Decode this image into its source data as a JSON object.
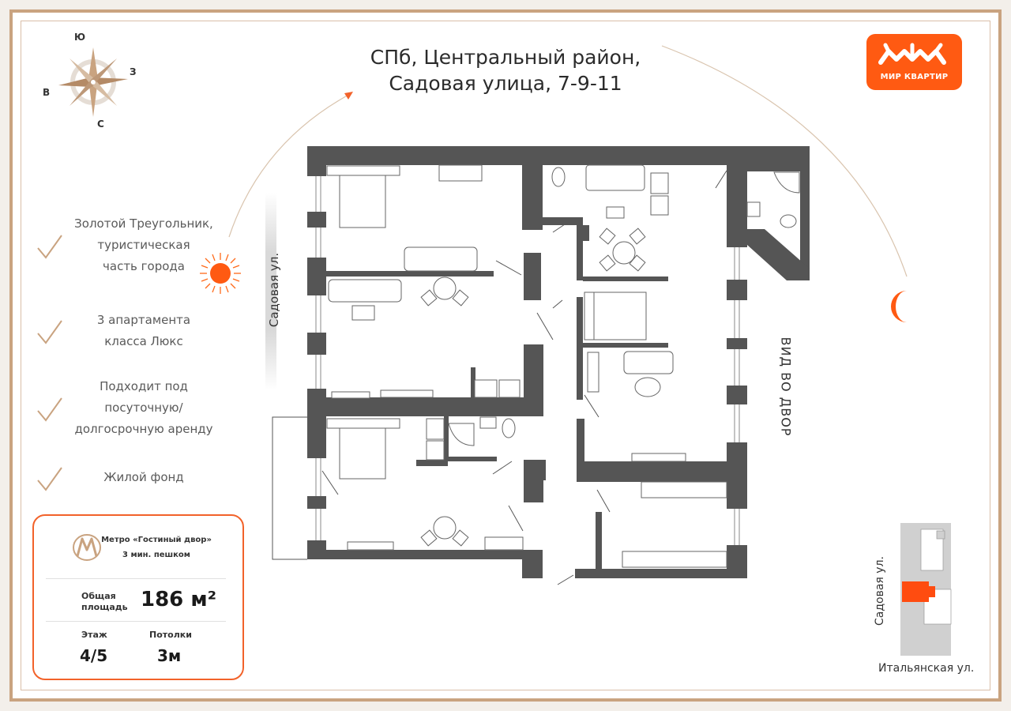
{
  "address": {
    "line1": "СПб, Центральный район,",
    "line2": "Садовая улица, 7-9-11"
  },
  "logo": {
    "text": "МИР КВАРТИР",
    "brand_color": "#ff5a12"
  },
  "compass": {
    "north": "Ю",
    "east": "З",
    "west": "В",
    "south": "С"
  },
  "features": [
    {
      "lines": [
        "Золотой Треугольник,",
        "туристическая",
        "часть города"
      ]
    },
    {
      "lines": [
        "3 апартамента",
        "класса Люкс"
      ]
    },
    {
      "lines": [
        "Подходит под",
        "посуточную/",
        "долгосрочную аренду"
      ]
    },
    {
      "lines": [
        "Жилой фонд"
      ]
    }
  ],
  "info": {
    "metro_line1": "Метро «Гостиный двор»",
    "metro_line2": "3 мин. пешком",
    "area_label_1": "Общая",
    "area_label_2": "площадь",
    "area_value": "186 м²",
    "floor_label": "Этаж",
    "floor_value": "4/5",
    "ceiling_label": "Потолки",
    "ceiling_value": "3м",
    "accent_color": "#f2622a"
  },
  "plan": {
    "street_left": "Садовая ул.",
    "courtyard_view": "ВИД ВО ДВОР"
  },
  "minimap": {
    "street_vertical": "Садовая ул.",
    "street_bottom": "Итальянская ул."
  }
}
